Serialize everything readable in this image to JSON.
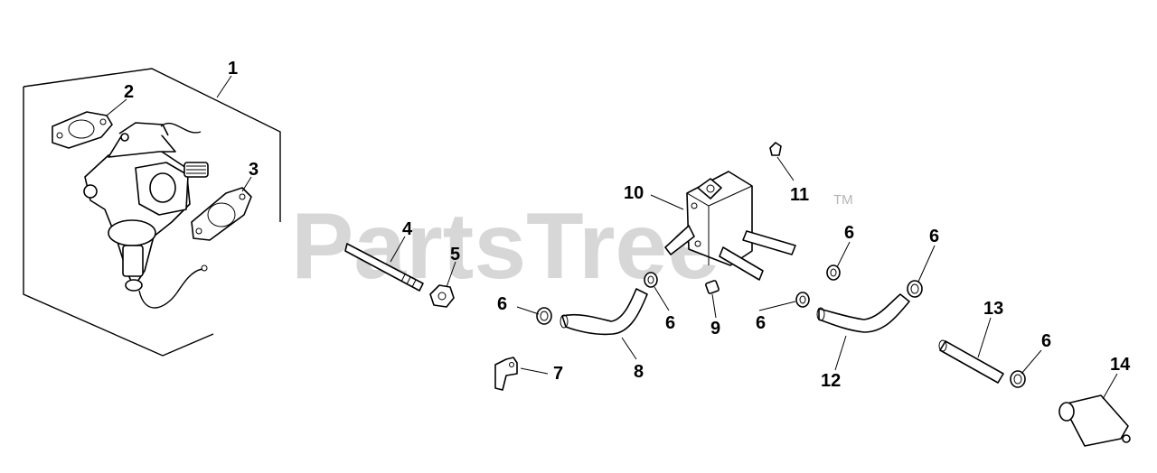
{
  "watermark": {
    "brand": "PartsTree",
    "trademark": "TM"
  },
  "callouts": [
    "1",
    "2",
    "3",
    "4",
    "5",
    "6",
    "7",
    "8",
    "9",
    "10",
    "11",
    "12",
    "13",
    "14"
  ],
  "colors": {
    "line": "#000000",
    "watermark": "#c9c9c9",
    "background": "#ffffff"
  }
}
